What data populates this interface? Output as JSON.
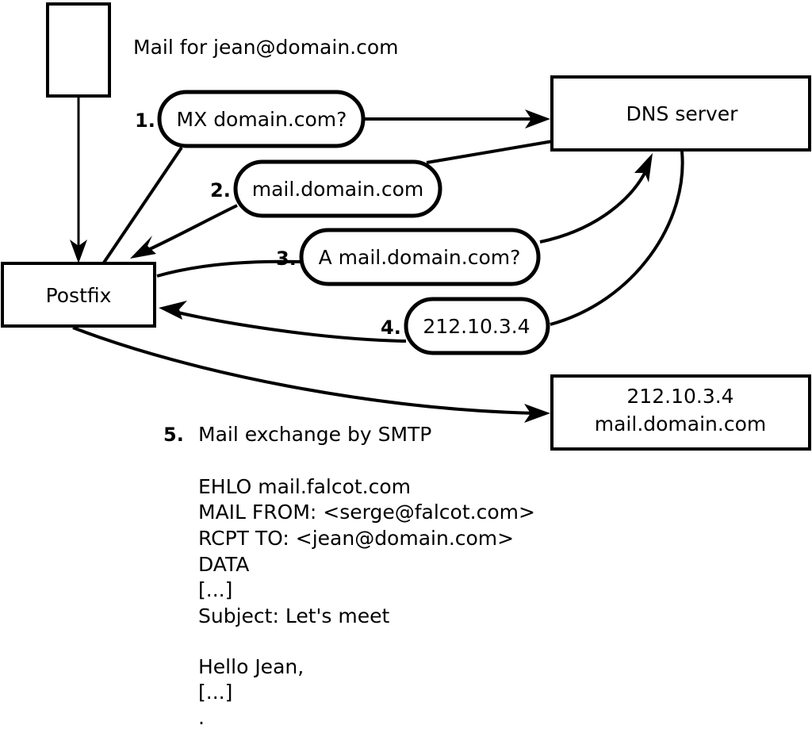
{
  "diagram": {
    "title_caption": "Mail for jean@domain.com",
    "nodes": {
      "sender_box": {
        "label": ""
      },
      "postfix": {
        "label": "Postfix"
      },
      "dns_server": {
        "label": "DNS server"
      },
      "target_server": {
        "line1": "212.10.3.4",
        "line2": "mail.domain.com"
      }
    },
    "steps": [
      {
        "num": "1.",
        "label": "MX domain.com?"
      },
      {
        "num": "2.",
        "label": "mail.domain.com"
      },
      {
        "num": "3.",
        "label": "A mail.domain.com?"
      },
      {
        "num": "4.",
        "label": "212.10.3.4"
      }
    ],
    "step5": {
      "num": "5.",
      "label": "Mail exchange by SMTP"
    },
    "transcript": [
      "EHLO mail.falcot.com",
      "MAIL FROM: <serge@falcot.com>",
      "RCPT TO: <jean@domain.com>",
      "DATA",
      "[...]",
      "Subject: Let's meet",
      "",
      "Hello Jean,",
      "[...]",
      "."
    ],
    "colors": {
      "stroke": "#000000",
      "fill": "#ffffff",
      "background": "#ffffff"
    }
  }
}
